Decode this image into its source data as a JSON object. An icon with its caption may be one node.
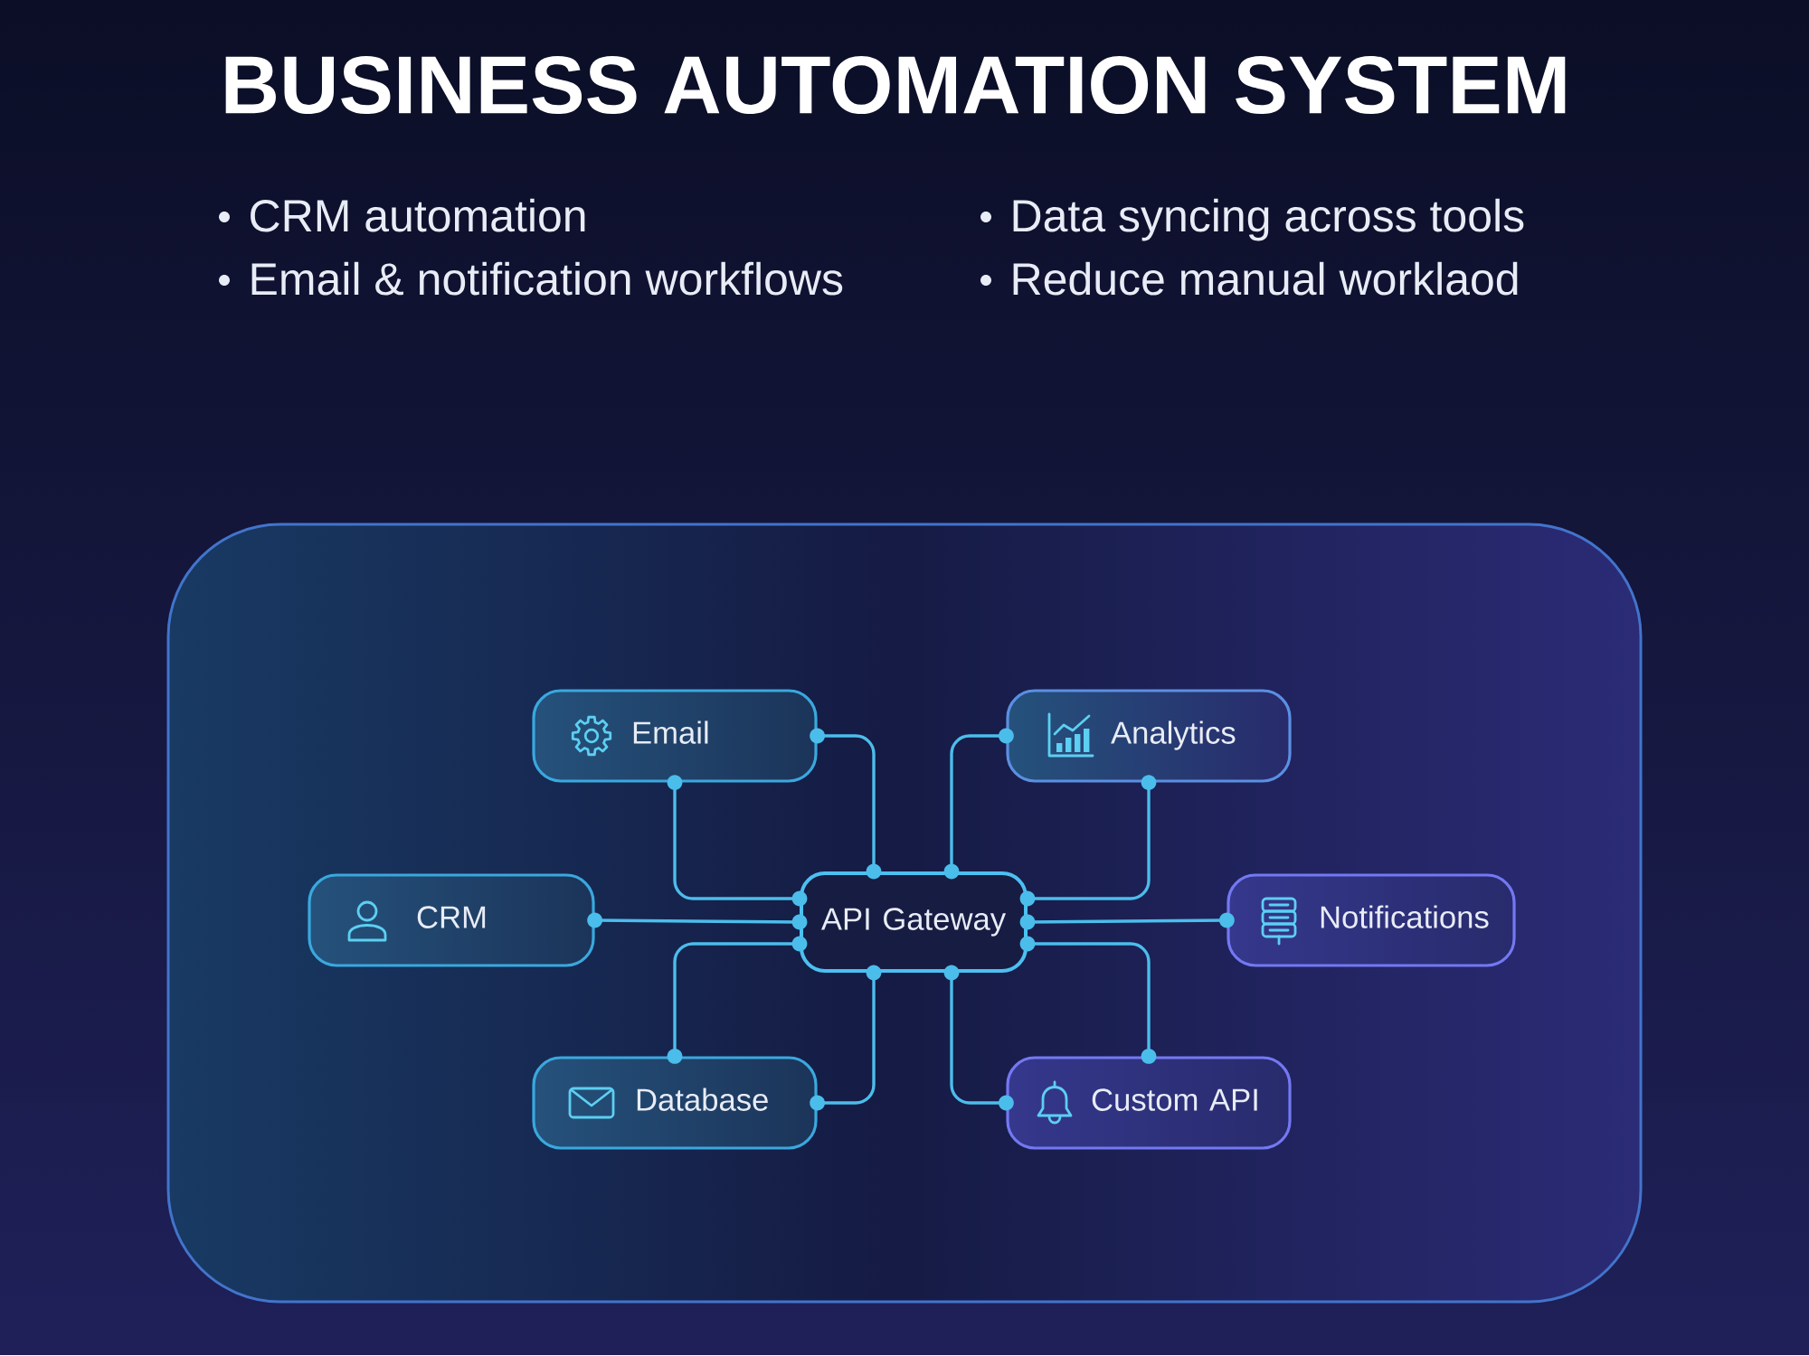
{
  "diagram": {
    "title": "BUSINESS AUTOMATION SYSTEM",
    "nodes": [
      {
        "text": [],
        "shape": "box"
      },
      {
        "text": [
          "Email"
        ],
        "in": 0
      },
      {
        "text": [
          "Analytics"
        ],
        "in": 0
      },
      {
        "text": [
          "CRM"
        ],
        "in": 0
      },
      {
        "text": [
          "API Gateway"
        ],
        "in": 0
      },
      {
        "text": [
          "Notifications"
        ],
        "in": 0
      },
      {
        "text": [
          "Database"
        ],
        "in": 0
      },
      {
        "text": [
          "Custom API"
        ],
        "in": 0
      }
    ],
    "edges": [
      {
        "from": 1,
        "to": 4,
        "arrow": "other"
      },
      {
        "from": 1,
        "to": 4,
        "arrow": "other"
      },
      {
        "from": 2,
        "to": 4,
        "arrow": "other"
      },
      {
        "from": 2,
        "to": 4,
        "arrow": "other"
      },
      {
        "from": 3,
        "to": 4,
        "arrow": "other"
      },
      {
        "from": 5,
        "to": 4,
        "arrow": "other"
      },
      {
        "from": 6,
        "to": 4,
        "arrow": "other"
      },
      {
        "from": 6,
        "to": 4,
        "arrow": "other"
      },
      {
        "from": 7,
        "to": 4,
        "arrow": "other"
      },
      {
        "from": 7,
        "to": 4,
        "arrow": "other"
      }
    ],
    "labels": [
      "CRM automation",
      "Data syncing across tools",
      "Email & notification workflows",
      "Reduce manual worklaod"
    ]
  }
}
